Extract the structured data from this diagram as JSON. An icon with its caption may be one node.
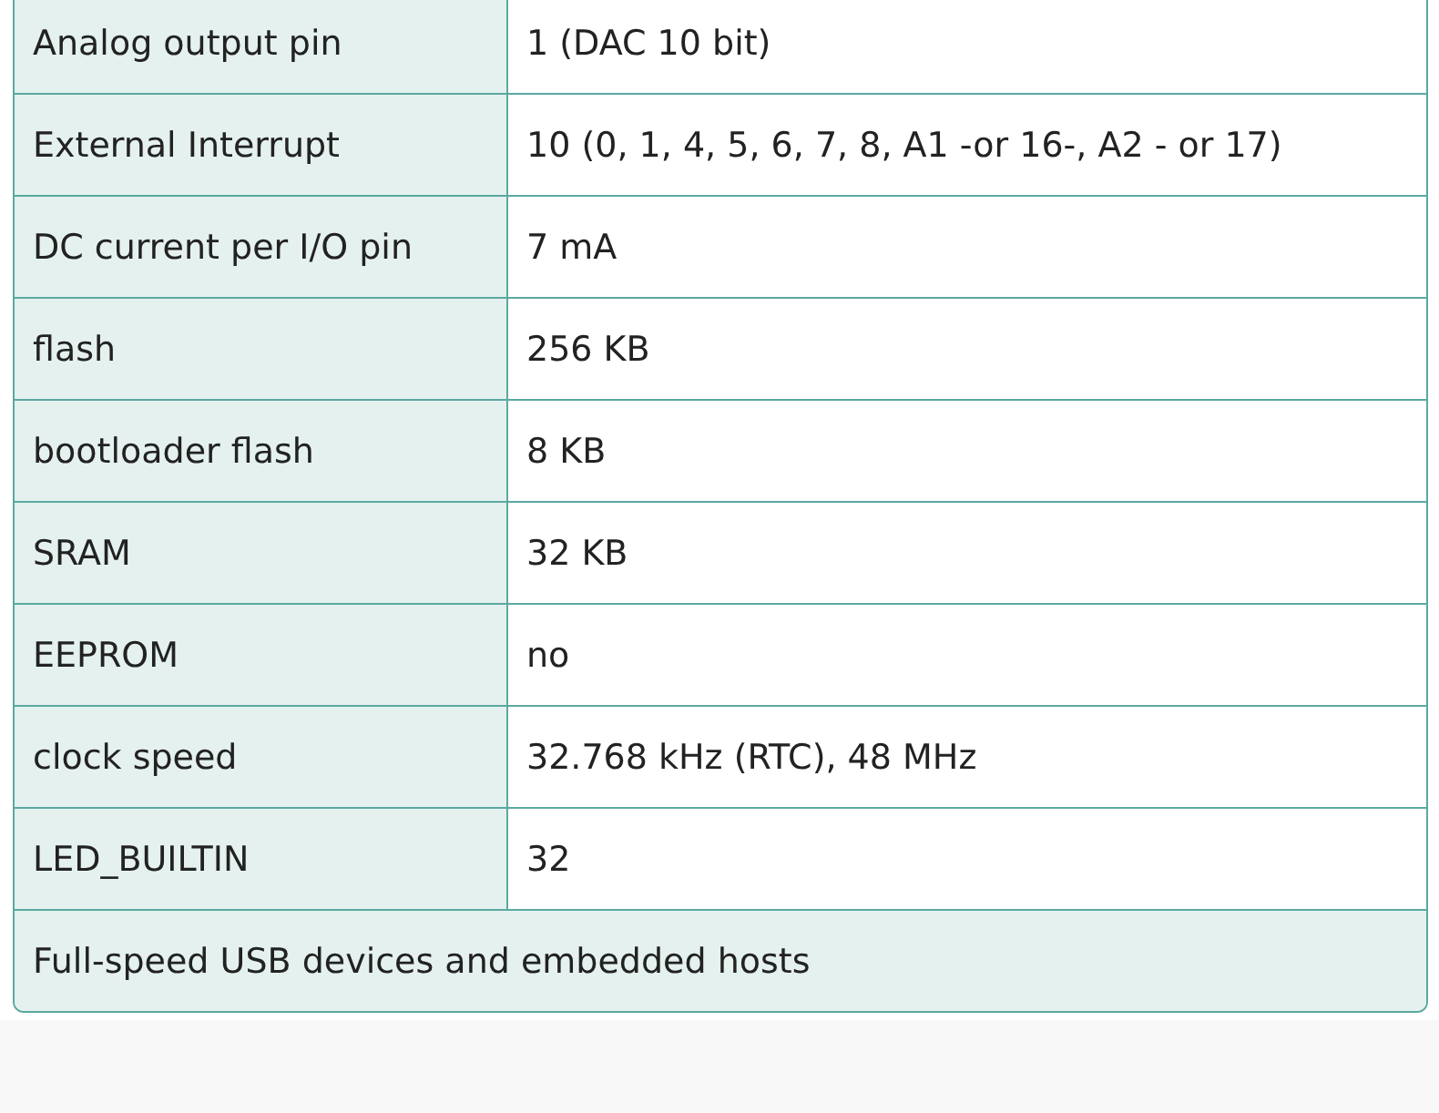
{
  "diagram": {
    "labels": [
      "Analog output pin",
      "1 (DAC 10 bit)",
      "External Interrupt",
      "10 (0, 1, 4, 5, 6, 7, 8, A1 -or 16-, A2 - or 17)",
      "DC current per I/O pin",
      "7 mA",
      "flash",
      "256 KB",
      "bootloader flash",
      "8 KB",
      "SRAM",
      "32 KB",
      "EEPROM",
      "no",
      "clock speed",
      "32.768 kHz (RTC), 48 MHz",
      "LED_BUILTIN",
      "32",
      "Full-speed USB devices and embedded hosts"
    ]
  }
}
